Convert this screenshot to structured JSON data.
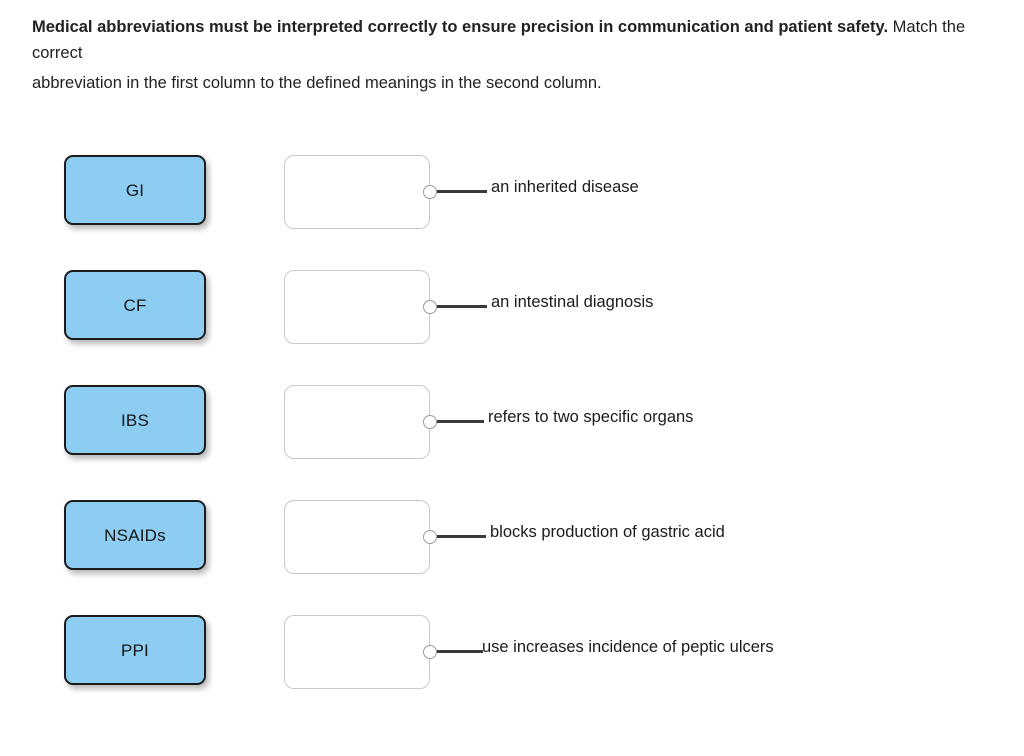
{
  "prompt": {
    "bold_part": "Medical abbreviations must be interpreted correctly to ensure precision in communication and patient safety.",
    "regular_part": " Match the correct",
    "second_line": "abbreviation in the first column to the defined meanings in the second column."
  },
  "colors": {
    "tile_fill": "#8ecdf2",
    "tile_border": "#1c1c1c",
    "dropzone_border": "#c9c9c9",
    "connector_line": "#3a3a3a",
    "node_border": "#9a9a9a",
    "text": "#1b1b1b",
    "page_background": "#ffffff"
  },
  "rows": [
    {
      "term": "GI",
      "definition": "an inherited disease",
      "dropzone_value": "",
      "line_width": 50,
      "text_left": 491
    },
    {
      "term": "CF",
      "definition": "an intestinal diagnosis",
      "dropzone_value": "",
      "line_width": 50,
      "text_left": 491
    },
    {
      "term": "IBS",
      "definition": "refers to two specific organs",
      "dropzone_value": "",
      "line_width": 47,
      "text_left": 488
    },
    {
      "term": "NSAIDs",
      "definition": "blocks production of gastric acid",
      "dropzone_value": "",
      "line_width": 49,
      "text_left": 490
    },
    {
      "term": "PPI",
      "definition": "use increases incidence of peptic ulcers",
      "dropzone_value": "",
      "line_width": 46,
      "text_left": 482
    }
  ]
}
